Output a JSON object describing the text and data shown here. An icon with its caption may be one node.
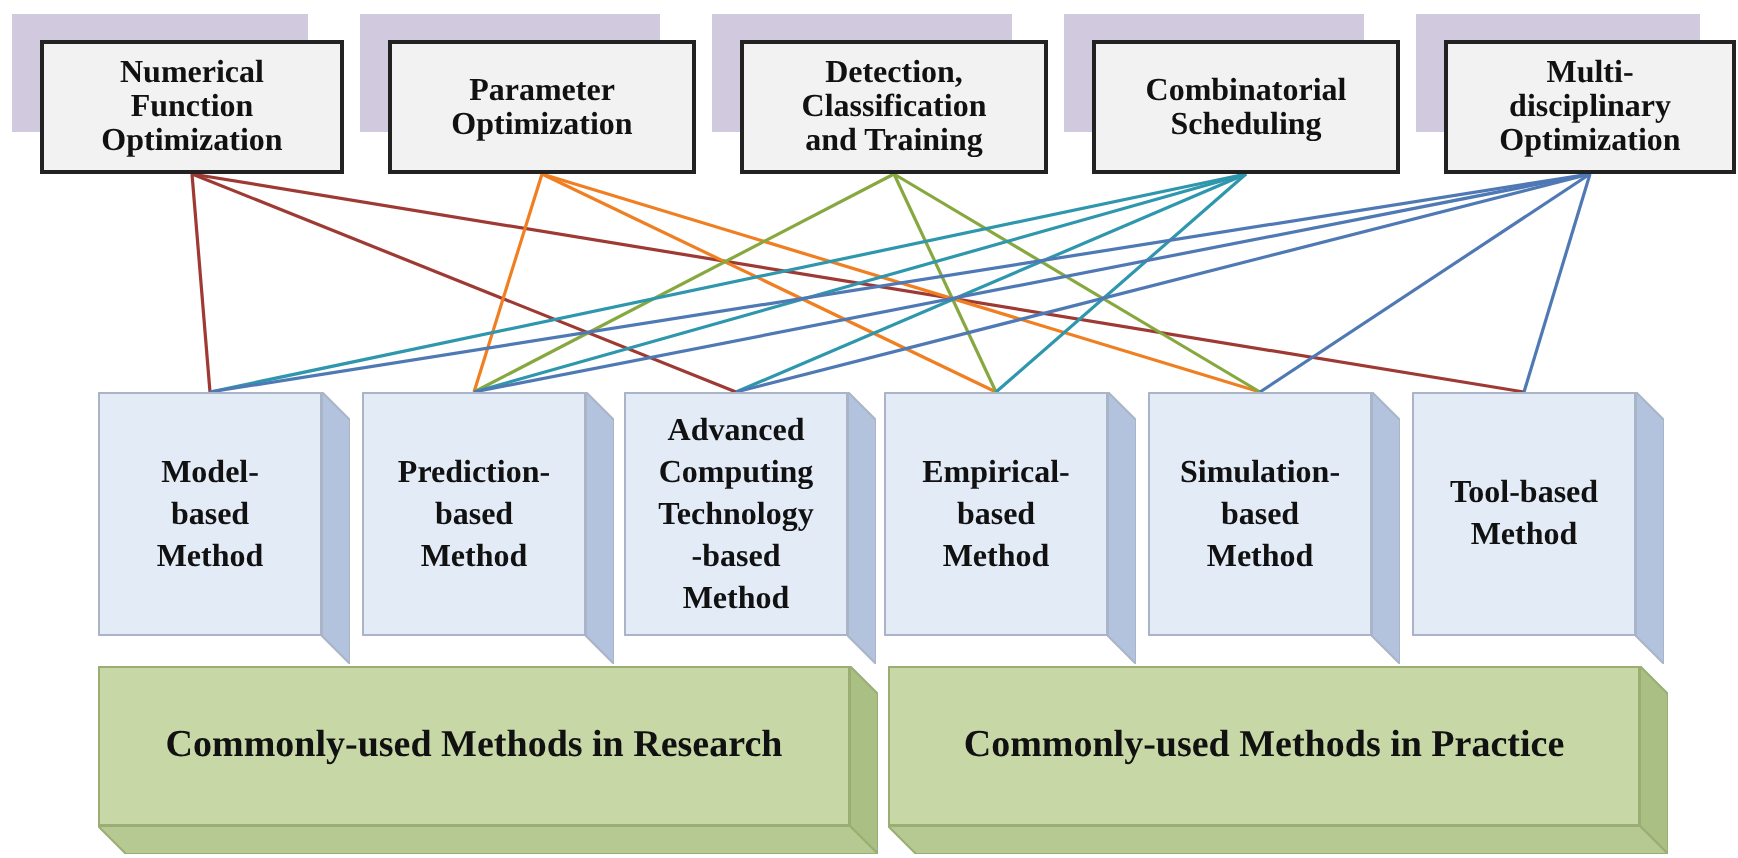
{
  "diagram": {
    "nodes": [
      {
        "text": [
          "Numerical Function Optimization"
        ]
      },
      {
        "text": [
          "Parameter Optimization"
        ]
      },
      {
        "text": [
          "Detection, Classification and Training"
        ]
      },
      {
        "text": [
          "Combinatorial Scheduling"
        ]
      },
      {
        "text": [
          "Multi-disciplinary Optimization"
        ]
      },
      {
        "text": [
          "Model-based Method"
        ]
      },
      {
        "text": [
          "Prediction-based Method"
        ]
      },
      {
        "text": [
          "Advanced Computing Technology -based Method"
        ]
      },
      {
        "text": [
          "Empirical-based Method"
        ]
      },
      {
        "text": [
          "Simulation-based Method"
        ]
      },
      {
        "text": [
          "Tool-based Method"
        ]
      },
      {
        "text": [
          "Commonly-used Methods in Research"
        ]
      },
      {
        "text": [
          "Commonly-used Methods in Practice"
        ]
      }
    ],
    "edges": [
      {
        "from": 0,
        "to": 5,
        "arrow": "none",
        "color": "#9e3a33"
      },
      {
        "from": 0,
        "to": 7,
        "arrow": "none",
        "color": "#9e3a33"
      },
      {
        "from": 0,
        "to": 10,
        "arrow": "none",
        "color": "#9e3a33"
      },
      {
        "from": 1,
        "to": 6,
        "arrow": "none",
        "color": "#f07f21"
      },
      {
        "from": 1,
        "to": 8,
        "arrow": "none",
        "color": "#f07f21"
      },
      {
        "from": 1,
        "to": 9,
        "arrow": "none",
        "color": "#f07f21"
      },
      {
        "from": 2,
        "to": 6,
        "arrow": "none",
        "color": "#86a83e"
      },
      {
        "from": 2,
        "to": 8,
        "arrow": "none",
        "color": "#86a83e"
      },
      {
        "from": 2,
        "to": 9,
        "arrow": "none",
        "color": "#86a83e"
      },
      {
        "from": 3,
        "to": 5,
        "arrow": "none",
        "color": "#2e97ad"
      },
      {
        "from": 3,
        "to": 6,
        "arrow": "none",
        "color": "#2e97ad"
      },
      {
        "from": 3,
        "to": 7,
        "arrow": "none",
        "color": "#2e97ad"
      },
      {
        "from": 3,
        "to": 8,
        "arrow": "none",
        "color": "#2e97ad"
      },
      {
        "from": 4,
        "to": 5,
        "arrow": "none",
        "color": "#4f79b4"
      },
      {
        "from": 4,
        "to": 6,
        "arrow": "none",
        "color": "#4f79b4"
      },
      {
        "from": 4,
        "to": 7,
        "arrow": "none",
        "color": "#4f79b4"
      },
      {
        "from": 4,
        "to": 9,
        "arrow": "none",
        "color": "#4f79b4"
      },
      {
        "from": 4,
        "to": 10,
        "arrow": "none",
        "color": "#4f79b4"
      }
    ]
  }
}
